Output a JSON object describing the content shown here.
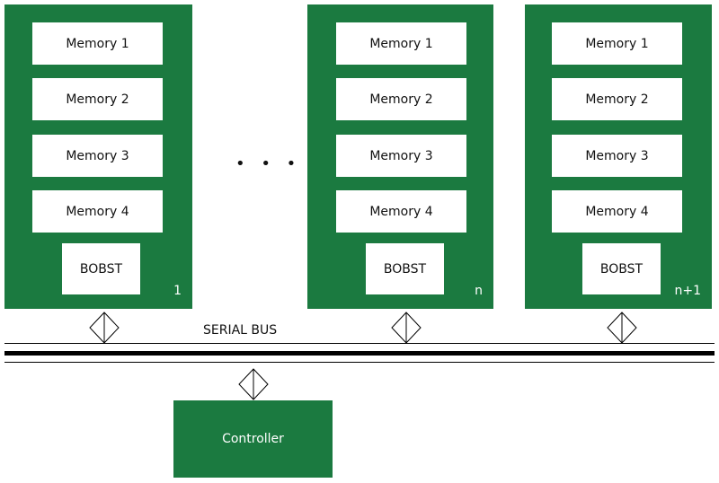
{
  "units": [
    {
      "memories": [
        "Memory 1",
        "Memory 2",
        "Memory 3",
        "Memory 4"
      ],
      "bobst": "BOBST",
      "label": "1"
    },
    {
      "memories": [
        "Memory 1",
        "Memory 2",
        "Memory 3",
        "Memory 4"
      ],
      "bobst": "BOBST",
      "label": "n"
    },
    {
      "memories": [
        "Memory 1",
        "Memory 2",
        "Memory 3",
        "Memory 4"
      ],
      "bobst": "BOBST",
      "label": "n+1"
    }
  ],
  "ellipsis": "• • •",
  "bus": {
    "label": "SERIAL BUS"
  },
  "controller": {
    "label": "Controller"
  },
  "colors": {
    "module_green": "#1b7a40",
    "background": "#ffffff",
    "line": "#000000"
  }
}
